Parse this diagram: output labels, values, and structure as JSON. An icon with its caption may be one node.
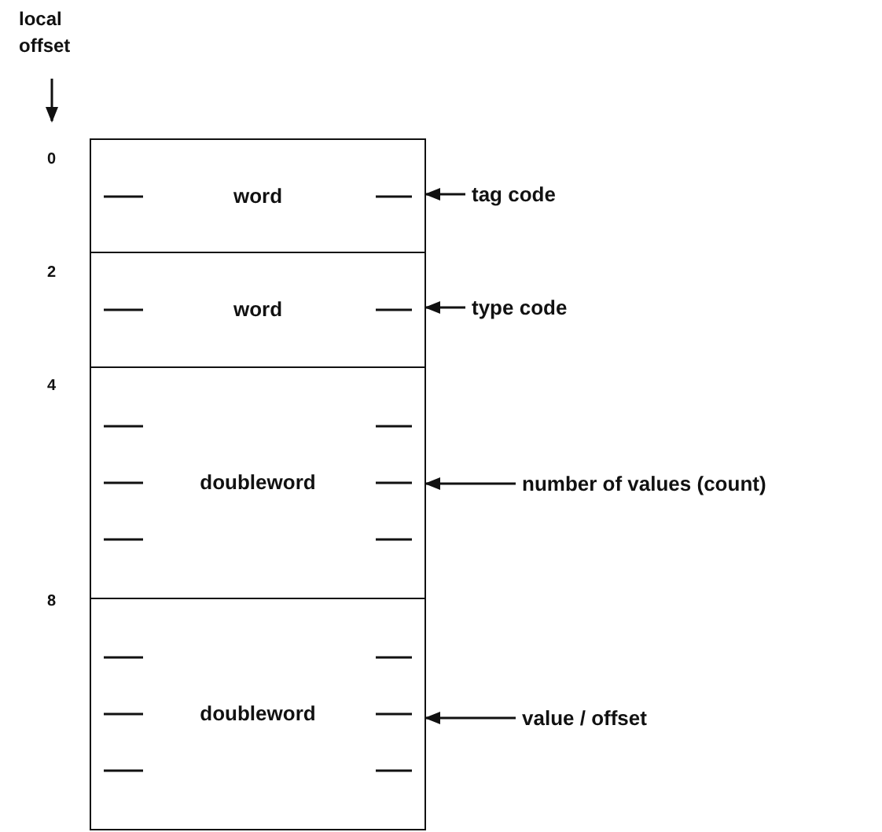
{
  "diagram": {
    "nodes": [
      {
        "text": [
          "word"
        ]
      },
      {
        "text": [
          "word"
        ]
      },
      {
        "text": [
          "doubleword"
        ]
      },
      {
        "text": [
          "doubleword"
        ]
      },
      {
        "text": [
          "tag code"
        ]
      },
      {
        "text": [
          "type code"
        ]
      },
      {
        "text": [
          "number of values (count)"
        ]
      },
      {
        "text": [
          "value / offset"
        ]
      }
    ],
    "edges": [
      {
        "from": 4,
        "to": 0,
        "arrow": "to"
      },
      {
        "from": 5,
        "to": 1,
        "arrow": "to"
      },
      {
        "from": 6,
        "to": 2,
        "arrow": "to"
      },
      {
        "from": 7,
        "to": 3,
        "arrow": "to"
      }
    ],
    "labels": [
      "local offset",
      "0",
      "2",
      "4",
      "8"
    ]
  }
}
